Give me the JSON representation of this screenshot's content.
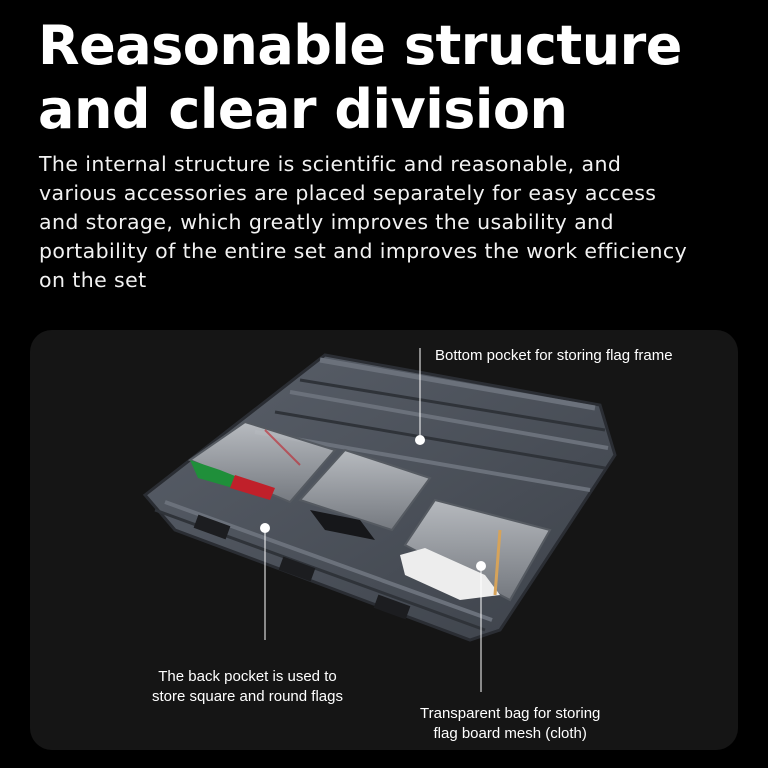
{
  "headline": {
    "line1": "Reasonable structure",
    "line2": "and clear division"
  },
  "description": {
    "lines": [
      "The internal structure is scientific and reasonable, and",
      "various accessories are placed separately for easy access",
      "and storage, which greatly improves the usability and",
      "portability of the entire set and improves the work efficiency",
      "on the set"
    ]
  },
  "callouts": {
    "bottom_pocket": "Bottom pocket for storing flag frame",
    "back_pocket": {
      "line1": "The back pocket is used to",
      "line2": "store square and round flags"
    },
    "transparent_bag": {
      "line1": "Transparent bag for storing",
      "line2": "flag board mesh (cloth)"
    }
  },
  "colors": {
    "background": "#000000",
    "panel": "#151515",
    "bag_fabric": "#4a4f58",
    "flag_green": "#1f8f3a",
    "flag_red": "#c0202a"
  }
}
